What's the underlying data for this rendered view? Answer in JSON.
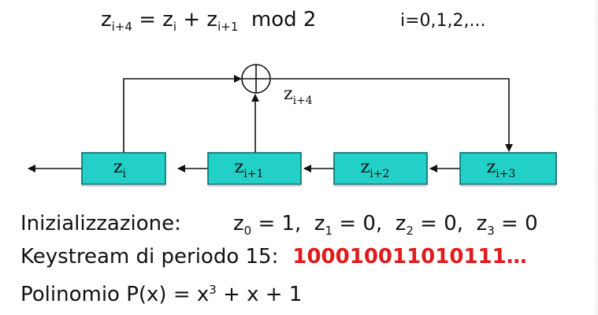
{
  "recurrence": {
    "lhs_var": "z",
    "lhs_sub": "i+4",
    "equals": "=",
    "t1_var": "z",
    "t1_sub": "i",
    "plus": "+",
    "t2_var": "z",
    "t2_sub": "i+1",
    "mod": "mod 2",
    "index_range": "i=0,1,2,..."
  },
  "diagram": {
    "registers": [
      {
        "var": "z",
        "sub": "i"
      },
      {
        "var": "z",
        "sub": "i+1"
      },
      {
        "var": "z",
        "sub": "i+2"
      },
      {
        "var": "z",
        "sub": "i+3"
      }
    ],
    "feedback_var": "z",
    "feedback_sub": "i+4",
    "xor_symbol": "⊕",
    "register_fill": "#22d0c8",
    "register_border": "#0a6b6a"
  },
  "init": {
    "label": "Inizializzazione:",
    "values": [
      {
        "var": "z",
        "sub": "0",
        "rest": " = 1,"
      },
      {
        "var": "z",
        "sub": "1",
        "rest": " = 0,"
      },
      {
        "var": "z",
        "sub": "2",
        "rest": " = 0,"
      },
      {
        "var": "z",
        "sub": "3",
        "rest": " = 0"
      }
    ]
  },
  "keystream": {
    "label": "Keystream di periodo 15:",
    "value": "100010011010111…",
    "color": "#e01b1b"
  },
  "polynomial": {
    "label_prefix": "Polinomio  P(x) = x",
    "exp": "3",
    "label_suffix": " + x + 1"
  }
}
